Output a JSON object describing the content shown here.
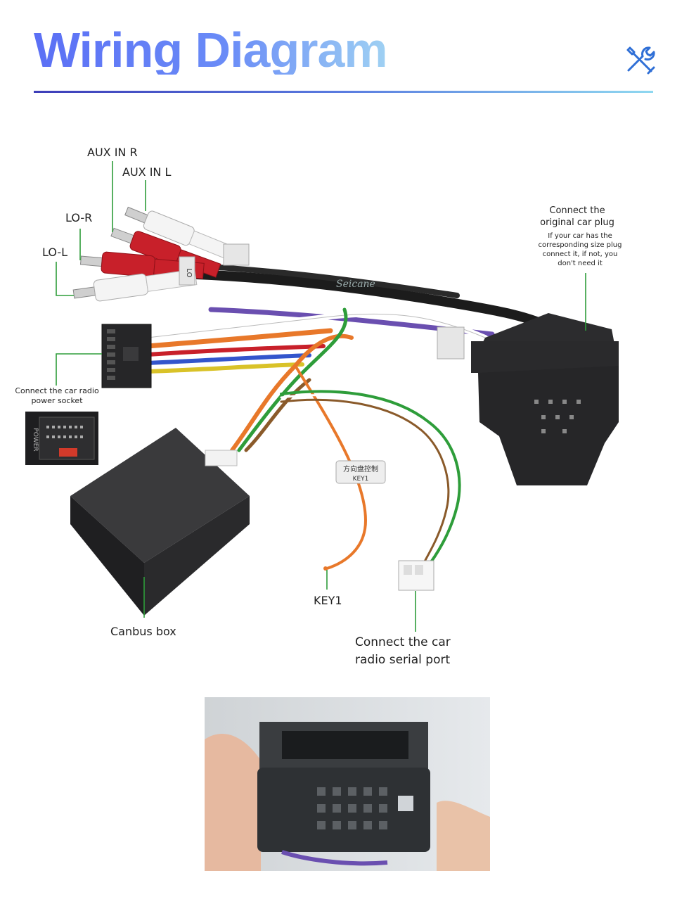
{
  "header": {
    "title": "Wiring Diagram",
    "icon": "tools-icon",
    "accent": "#5b6ff5"
  },
  "labels": {
    "aux_in_r": "AUX IN R",
    "aux_in_l": "AUX IN L",
    "lo_r": "LO-R",
    "lo_l": "LO-L",
    "original_plug_title": "Connect the original car plug",
    "original_plug_note": "If your car has the corresponding size plug connect it, if not, you don't need it",
    "power_socket": "Connect the car radio power socket",
    "canbus_box": "Canbus box",
    "key1": "KEY1",
    "serial_port": "Connect the car radio  serial port"
  },
  "product_marks": {
    "brand": "Seicane",
    "tag_lo": "LO",
    "tag_steering": "方向盘控制",
    "tag_key1": "KEY1",
    "socket_power": "POWER"
  },
  "colors": {
    "leader_green": "#2e9d3a",
    "rca_red": "#c8202a",
    "wire_orange": "#e8782a",
    "connector_black": "#2a2a2c"
  }
}
